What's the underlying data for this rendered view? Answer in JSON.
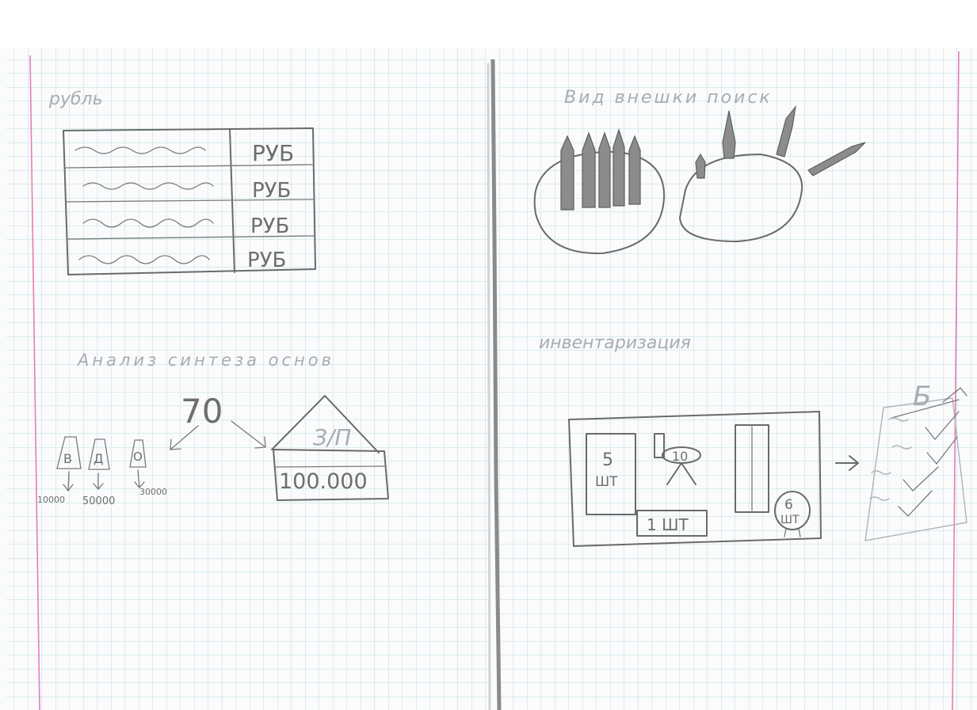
{
  "left_page": {
    "heading": "рубль",
    "rub_table": {
      "rows": [
        "РУБ",
        "РУБ",
        "РУБ",
        "РУБ"
      ]
    },
    "analysis_heading": "Анализ синтеза основ",
    "tree": {
      "root": "70",
      "leaves": [
        {
          "label": "В",
          "value": "10000"
        },
        {
          "label": "Д",
          "value": "50000"
        },
        {
          "label": "О",
          "value": "30000"
        }
      ],
      "box": {
        "roof_label": "З/П",
        "value": "100.000"
      }
    }
  },
  "right_page": {
    "heading": "Вид внешки поиск",
    "inventory_heading": "инвентаризация",
    "inventory": {
      "cabinet_label": "5\nШТ",
      "table_count": "10",
      "stool_label": "6\nШТ",
      "bottom_label": "1 ШТ",
      "result_mark": "Б"
    }
  }
}
